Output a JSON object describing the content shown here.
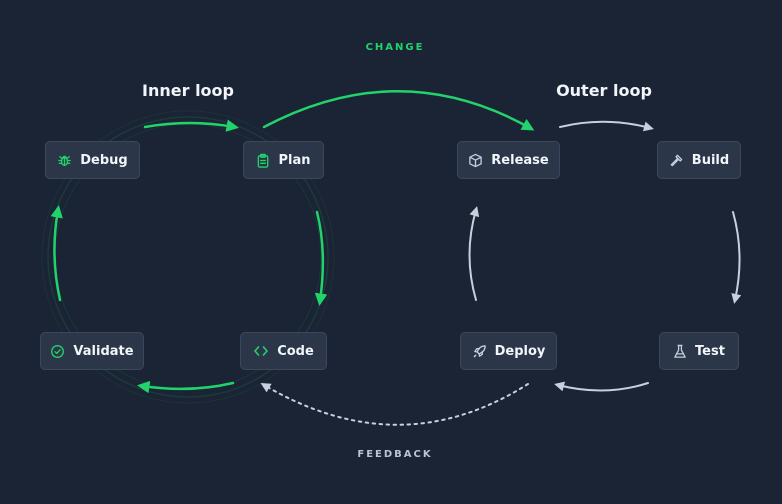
{
  "diagram": {
    "edge_labels": {
      "change": "CHANGE",
      "feedback": "FEEDBACK"
    },
    "groups": {
      "inner": "Inner loop",
      "outer": "Outer loop"
    },
    "nodes": {
      "debug": {
        "label": "Debug",
        "icon": "bug-icon"
      },
      "plan": {
        "label": "Plan",
        "icon": "clipboard-icon"
      },
      "validate": {
        "label": "Validate",
        "icon": "check-circle-icon"
      },
      "code": {
        "label": "Code",
        "icon": "code-brackets-icon"
      },
      "release": {
        "label": "Release",
        "icon": "package-icon"
      },
      "build": {
        "label": "Build",
        "icon": "hammer-icon"
      },
      "deploy": {
        "label": "Deploy",
        "icon": "rocket-icon"
      },
      "test": {
        "label": "Test",
        "icon": "flask-icon"
      }
    },
    "colors": {
      "background": "#1b2434",
      "accent_green": "#22d36b",
      "arrow_gray": "#c7d0dc",
      "node_fill": "#2b3648",
      "node_border": "#3b475b"
    }
  }
}
